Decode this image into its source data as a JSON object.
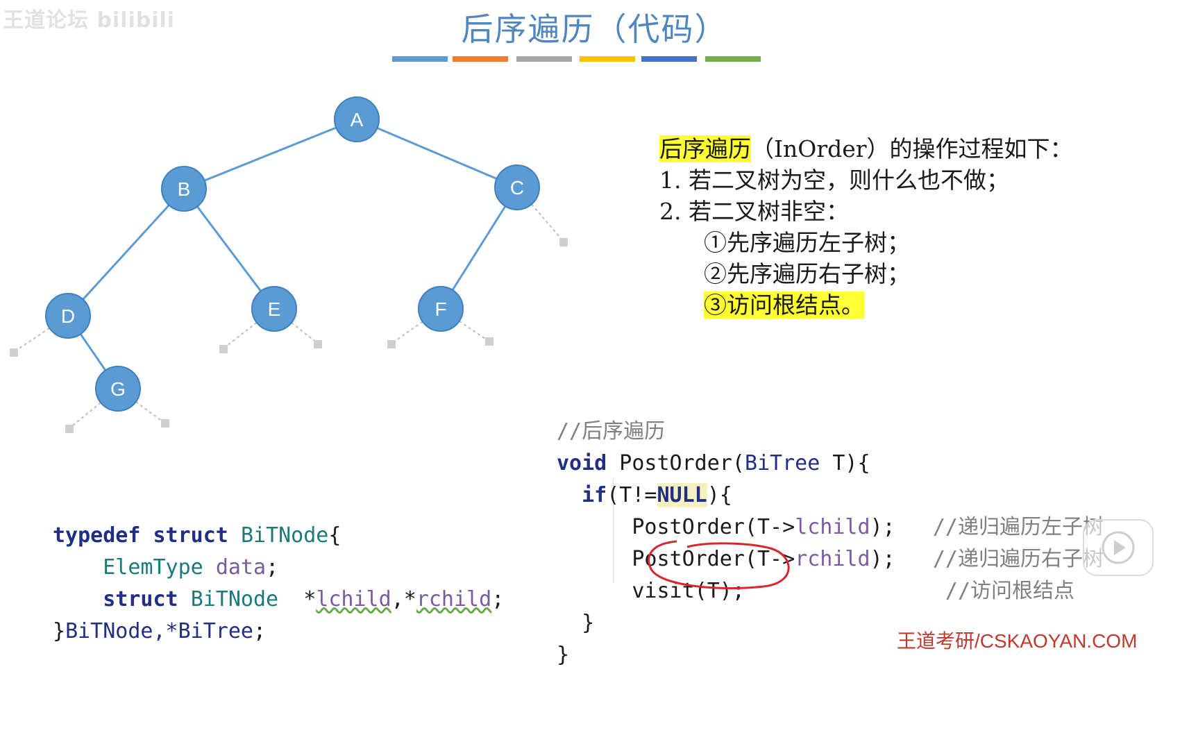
{
  "watermark": "王道论坛 bilibili",
  "title": "后序遍历（代码）",
  "stripe_colors": [
    "#5b9bd5",
    "#ed7d31",
    "#a5a5a5",
    "#ffc000",
    "#4472c4",
    "#70ad47"
  ],
  "tree": {
    "node_color": "#5b9bd5",
    "nodes": [
      "A",
      "B",
      "C",
      "D",
      "E",
      "F",
      "G"
    ]
  },
  "description": {
    "line1_highlight": "后序遍历",
    "line1_rest": "（InOrder）的操作过程如下：",
    "line2": "1.  若二叉树为空，则什么也不做；",
    "line3": "2.  若二叉树非空：",
    "line4": "①先序遍历左子树；",
    "line5": "②先序遍历右子树；",
    "line6": "③访问根结点。"
  },
  "struct_code": {
    "l1_kw1": "typedef",
    "l1_kw2": "struct",
    "l1_type": "BiTNode",
    "l1_brace": "{",
    "l2_type": "ElemType",
    "l2_field": "data",
    "l2_end": ";",
    "l3_kw": "struct",
    "l3_type": "BiTNode",
    "l3_star1": "*",
    "l3_field1": "lchild",
    "l3_comma": ",*",
    "l3_field2": "rchild",
    "l3_end": ";",
    "l4_close": "}",
    "l4_types": "BiTNode,*BiTree",
    "l4_end": ";"
  },
  "func_code": {
    "comment": "//后序遍历",
    "sig_kw": "void",
    "sig_name": " PostOrder(",
    "sig_type": "BiTree",
    "sig_rest": " T){",
    "if_kw": "if",
    "if_cond": "(T!=",
    "if_null": "NULL",
    "if_close": "){",
    "call1_a": "PostOrder(T->",
    "call1_field": "lchild",
    "call1_b": ");",
    "call1_comment": "//递归遍历左子树",
    "call2_a": "PostOrder(T->",
    "call2_field": "rchild",
    "call2_b": ");",
    "call2_comment": "//递归遍历右子树",
    "visit": "visit(T);",
    "visit_comment": "//访问根结点",
    "inner_close": "}",
    "outer_close": "}"
  },
  "footer": "王道考研/CSKAOYAN.COM"
}
